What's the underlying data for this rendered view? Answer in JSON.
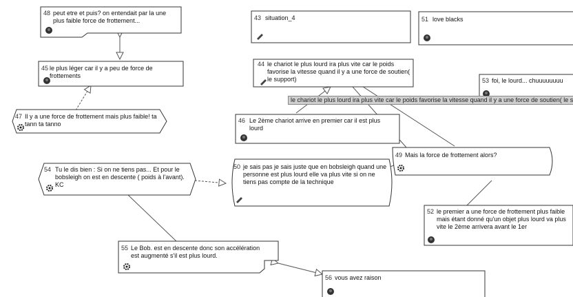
{
  "nodes": [
    {
      "id": "n48",
      "num": "48",
      "text": "peut etre et puis? on entendait par la une plus faible force de frottement...",
      "icon": "avatar-icon"
    },
    {
      "id": "n45",
      "num": "45",
      "text": "le plus léger car il y a peu de force de frottements",
      "icon": "avatar-icon"
    },
    {
      "id": "n47",
      "num": "47",
      "text": "Il y a une force de frottement mais plus faible! ta tann ta tanno",
      "icon": "gear-icon"
    },
    {
      "id": "n54",
      "num": "54",
      "text": "Tu le dis bien : Si on ne tiens pas... Et pour le bobsleigh on est en descente ( poids à l'avant). KC",
      "icon": "gear-icon"
    },
    {
      "id": "n50",
      "num": "50",
      "text": "je sais pas je sais juste que en bobsleigh quand une personne est plus lourd elle va plus vite si on ne tiens pas compte de la technique",
      "icon": "pen-icon"
    },
    {
      "id": "n43",
      "num": "43",
      "text": "situation_4",
      "icon": "pen-icon"
    },
    {
      "id": "n44",
      "num": "44",
      "text": "le chariot le plus lourd ira plus vite car le poids favorise la vitesse quand il y a une force de soutien( le support)",
      "icon": "pen-icon"
    },
    {
      "id": "n46",
      "num": "46",
      "text": "Le 2ème chariot arrive en premier car il est plus lourd",
      "icon": "avatar-icon"
    },
    {
      "id": "n51",
      "num": "51",
      "text": "love blacks",
      "icon": "avatar-icon"
    },
    {
      "id": "n53",
      "num": "53",
      "text": "foi, le lourd... chuuuuuuuu",
      "icon": "avatar-icon"
    },
    {
      "id": "n49",
      "num": "49",
      "text": "Mais la force de frottement alors?",
      "icon": "gear-icon"
    },
    {
      "id": "n52",
      "num": "52",
      "text": "le premier a une force de frottement plus faible mais étant donné qu'un objet plus lourd va plus vite le 2ème arrivera avant le 1er",
      "icon": "avatar-icon"
    },
    {
      "id": "n55",
      "num": "55",
      "text": "Le Bob. est en descente donc son accélération est augmenté s'il est plus lourd.",
      "icon": "gear-icon"
    },
    {
      "id": "n56",
      "num": "56",
      "text": "vous avez raison",
      "icon": "avatar-icon"
    }
  ],
  "tooltip": {
    "text": "le chariot le plus lourd ira plus vite car le poids favorise la vitesse quand il y a une force de soutien( le support)"
  },
  "colors": {
    "line": "#555555",
    "border": "#333333",
    "tooltip_bg": "#cfcfcf"
  }
}
